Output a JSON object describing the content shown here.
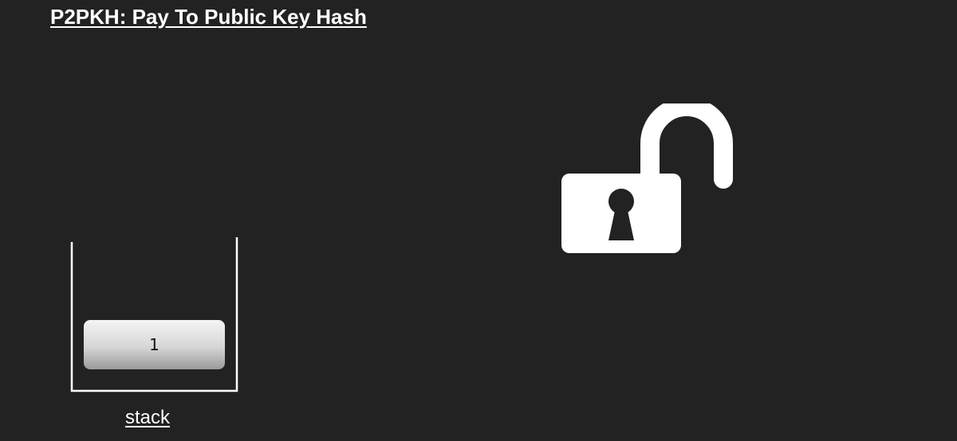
{
  "title": "P2PKH: Pay To Public Key Hash",
  "stack": {
    "label": "stack",
    "items": [
      "1"
    ]
  },
  "lock": {
    "icon": "unlocked-padlock-icon",
    "state": "unlocked"
  },
  "colors": {
    "background": "#222222",
    "foreground": "#ffffff"
  }
}
